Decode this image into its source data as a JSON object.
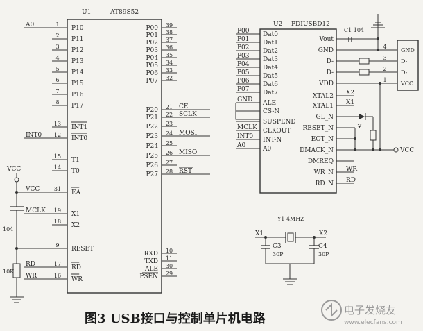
{
  "caption": "图3  USB接口与控制单片机电路",
  "watermark": {
    "brand": "电子发烧友",
    "url": "www.elecfans.com"
  },
  "u1": {
    "ref": "U1",
    "part": "AT89S52",
    "left_pins": [
      {
        "n": "1",
        "name": "P10",
        "net": "A0"
      },
      {
        "n": "2",
        "name": "P11",
        "net": ""
      },
      {
        "n": "3",
        "name": "P12",
        "net": ""
      },
      {
        "n": "4",
        "name": "P13",
        "net": ""
      },
      {
        "n": "5",
        "name": "P14",
        "net": ""
      },
      {
        "n": "6",
        "name": "P15",
        "net": ""
      },
      {
        "n": "7",
        "name": "P16",
        "net": ""
      },
      {
        "n": "8",
        "name": "P17",
        "net": ""
      },
      {
        "n": "13",
        "name": "INT1",
        "net": ""
      },
      {
        "n": "12",
        "name": "INT0",
        "net": "INT0"
      },
      {
        "n": "15",
        "name": "T1",
        "net": ""
      },
      {
        "n": "14",
        "name": "T0",
        "net": ""
      },
      {
        "n": "31",
        "name": "EA",
        "net": "VCC"
      },
      {
        "n": "19",
        "name": "X1",
        "net": "MCLK"
      },
      {
        "n": "18",
        "name": "X2",
        "net": ""
      },
      {
        "n": "9",
        "name": "RESET",
        "net": ""
      },
      {
        "n": "17",
        "name": "RD",
        "net": "RD"
      },
      {
        "n": "16",
        "name": "WR",
        "net": "WR"
      }
    ],
    "right_pins": [
      {
        "n": "39",
        "name": "P00"
      },
      {
        "n": "38",
        "name": "P01"
      },
      {
        "n": "37",
        "name": "P02"
      },
      {
        "n": "36",
        "name": "P03"
      },
      {
        "n": "35",
        "name": "P04"
      },
      {
        "n": "34",
        "name": "P05"
      },
      {
        "n": "33",
        "name": "P06"
      },
      {
        "n": "32",
        "name": "P07"
      },
      {
        "n": "21",
        "name": "P20",
        "net": "CE"
      },
      {
        "n": "22",
        "name": "P21",
        "net": "SCLK"
      },
      {
        "n": "23",
        "name": "P22",
        "net": ""
      },
      {
        "n": "24",
        "name": "P23",
        "net": "MOSI"
      },
      {
        "n": "25",
        "name": "P24",
        "net": ""
      },
      {
        "n": "26",
        "name": "P25",
        "net": "MISO"
      },
      {
        "n": "27",
        "name": "P26",
        "net": ""
      },
      {
        "n": "28",
        "name": "P27",
        "net": "RST"
      },
      {
        "n": "10",
        "name": "RXD"
      },
      {
        "n": "11",
        "name": "TXD"
      },
      {
        "n": "30",
        "name": "ALE"
      },
      {
        "n": "29",
        "name": "PSEN"
      }
    ]
  },
  "u2": {
    "ref": "U2",
    "part": "PDIUSBD12",
    "left_pins": [
      {
        "name": "Dat0",
        "net": "P00"
      },
      {
        "name": "Dat1",
        "net": "P01"
      },
      {
        "name": "Dat2",
        "net": "P02"
      },
      {
        "name": "Dat3",
        "net": "P03"
      },
      {
        "name": "Dat4",
        "net": "P04"
      },
      {
        "name": "Dat5",
        "net": "P05"
      },
      {
        "name": "Dat6",
        "net": "P06"
      },
      {
        "name": "Dat7",
        "net": "P07"
      },
      {
        "name": "ALE",
        "net": "GND"
      },
      {
        "name": "CS-N",
        "net": ""
      },
      {
        "name": "SUSPEND",
        "net": ""
      },
      {
        "name": "CLKOUT",
        "net": "MCLK"
      },
      {
        "name": "INT-N",
        "net": "INT0"
      },
      {
        "name": "A0",
        "net": "A0"
      }
    ],
    "right_pins": [
      {
        "name": "Vout",
        "net": ""
      },
      {
        "name": "GND",
        "net": ""
      },
      {
        "name": "D-",
        "net": ""
      },
      {
        "name": "D-",
        "net": ""
      },
      {
        "name": "VDD",
        "net": ""
      },
      {
        "name": "XTAL2",
        "net": "X2"
      },
      {
        "name": "XTAL1",
        "net": "X1"
      },
      {
        "name": "GL_N",
        "net": ""
      },
      {
        "name": "RESET_N",
        "net": ""
      },
      {
        "name": "EOT_N",
        "net": ""
      },
      {
        "name": "DMACK_N",
        "net": "VCC"
      },
      {
        "name": "DMREQ",
        "net": ""
      },
      {
        "name": "WR_N",
        "net": "WR"
      },
      {
        "name": "RD_N",
        "net": "RD"
      }
    ]
  },
  "connector": {
    "labels": [
      "GND",
      "D-",
      "D-",
      "VCC"
    ],
    "pins": [
      "4",
      "3",
      "2",
      "1"
    ]
  },
  "parts": {
    "c1": "C1 104",
    "y1": "Y1 4MHZ",
    "c3": "C3",
    "c3v": "30P",
    "c4": "C4",
    "c4v": "30P",
    "x1": "X1",
    "x2": "X2",
    "vcc": "VCC",
    "c104": "104",
    "r10k": "10K"
  }
}
